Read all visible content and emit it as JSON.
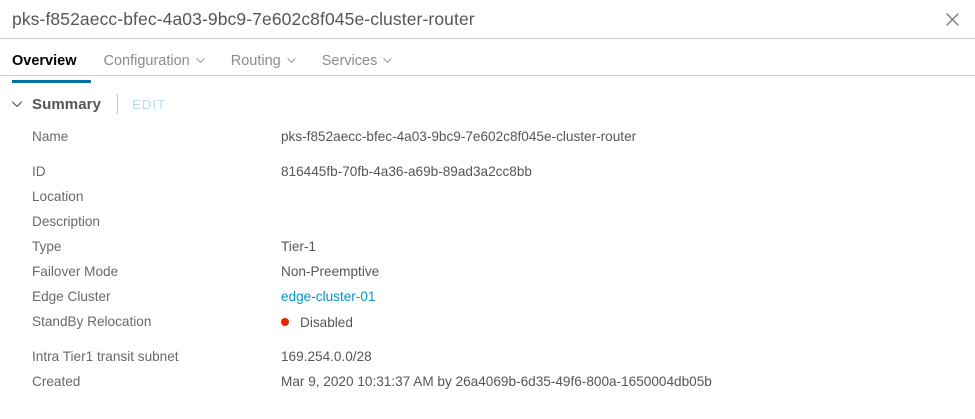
{
  "panel": {
    "title": "pks-f852aecc-bfec-4a03-9bc9-7e602c8f045e-cluster-router",
    "close_icon": "close-icon"
  },
  "tabs": [
    {
      "label": "Overview",
      "active": true,
      "has_caret": false
    },
    {
      "label": "Configuration",
      "active": false,
      "has_caret": true
    },
    {
      "label": "Routing",
      "active": false,
      "has_caret": true
    },
    {
      "label": "Services",
      "active": false,
      "has_caret": true
    }
  ],
  "summary": {
    "chevron_icon": "chevron-down-icon",
    "title": "Summary",
    "edit_label": "EDIT"
  },
  "details": [
    {
      "label": "Name",
      "value": "pks-f852aecc-bfec-4a03-9bc9-7e602c8f045e-cluster-router",
      "type": "text",
      "gap_after": true
    },
    {
      "label": "ID",
      "value": "816445fb-70fb-4a36-a69b-89ad3a2cc8bb",
      "type": "text",
      "gap_after": false
    },
    {
      "label": "Location",
      "value": "",
      "type": "text",
      "gap_after": false
    },
    {
      "label": "Description",
      "value": "",
      "type": "text",
      "gap_after": false
    },
    {
      "label": "Type",
      "value": "Tier-1",
      "type": "text",
      "gap_after": false
    },
    {
      "label": "Failover Mode",
      "value": "Non-Preemptive",
      "type": "text",
      "gap_after": false
    },
    {
      "label": "Edge Cluster",
      "value": "edge-cluster-01",
      "type": "link",
      "gap_after": false
    },
    {
      "label": "StandBy Relocation",
      "value": "Disabled",
      "type": "status",
      "status_color": "#e62700",
      "gap_after": true
    },
    {
      "label": "Intra Tier1 transit subnet",
      "value": "169.254.0.0/28",
      "type": "text",
      "gap_after": false
    },
    {
      "label": "Created",
      "value": "Mar 9, 2020 10:31:37 AM by 26a4069b-6d35-49f6-800a-1650004db05b",
      "type": "text",
      "gap_after": false
    }
  ],
  "colors": {
    "accent": "#0072a3",
    "link": "#0095d3",
    "danger": "#e62700",
    "edit_disabled": "#b7dcf0",
    "text": "#565656",
    "border": "#cccccc"
  }
}
